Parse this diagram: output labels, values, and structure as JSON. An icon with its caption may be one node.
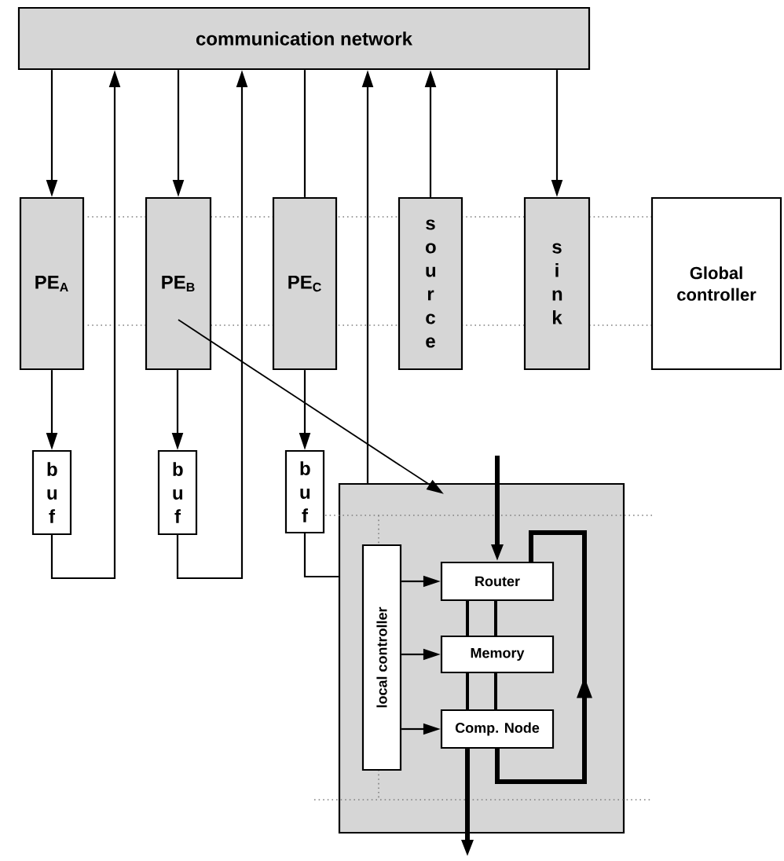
{
  "diagram": {
    "nodes": [
      {
        "text": [
          "communication network"
        ]
      },
      {
        "text": [
          "PE$_{A}$"
        ]
      },
      {
        "text": [
          "PE$_{B}$"
        ]
      },
      {
        "text": [
          "PE$_{C}$"
        ]
      },
      {
        "text": [
          "s o u r c e"
        ]
      },
      {
        "text": [
          "s i n k"
        ]
      },
      {
        "text": [
          "Global controller"
        ]
      },
      {
        "text": [
          "b u f"
        ]
      },
      {
        "text": [
          "b u f"
        ]
      },
      {
        "text": [
          "b u f"
        ]
      },
      {
        "text": [],
        "shape": "box"
      },
      {
        "text": [
          "local controller"
        ],
        "in": 10
      },
      {
        "text": [
          "Router"
        ],
        "in": 10
      },
      {
        "text": [
          "Memory"
        ],
        "in": 10
      },
      {
        "text": [
          "Comp. Node"
        ],
        "in": 10
      }
    ],
    "edges": [
      {
        "from": 0,
        "to": 1,
        "arrow": "to"
      },
      {
        "from": 0,
        "to": 2,
        "arrow": "to"
      },
      {
        "from": 0,
        "to": 3,
        "arrow": "none"
      },
      {
        "from": 0,
        "to": 5,
        "arrow": "to"
      },
      {
        "from": 4,
        "to": 0,
        "arrow": "to"
      },
      {
        "from": 1,
        "to": 7,
        "arrow": "to"
      },
      {
        "from": 2,
        "to": 8,
        "arrow": "to"
      },
      {
        "from": 3,
        "to": 9,
        "arrow": "to"
      },
      {
        "from": 7,
        "to": 0,
        "arrow": "to"
      },
      {
        "from": 8,
        "to": 0,
        "arrow": "to"
      },
      {
        "from": 9,
        "to": 10,
        "arrow": "none"
      },
      {
        "from": 10,
        "to": 0,
        "arrow": "to"
      },
      {
        "from": 2,
        "to": 10,
        "arrow": "to"
      },
      {
        "from": null,
        "to": 12,
        "arrow": "to",
        "style": "thick"
      },
      {
        "from": 12,
        "to": 13,
        "arrow": "none",
        "style": "thick"
      },
      {
        "from": 13,
        "to": 14,
        "arrow": "none",
        "style": "thick"
      },
      {
        "from": 14,
        "to": null,
        "arrow": "to",
        "style": "thick"
      },
      {
        "from": 14,
        "to": 12,
        "arrow": "to",
        "style": "thick"
      },
      {
        "from": 11,
        "to": 12,
        "arrow": "to"
      },
      {
        "from": 11,
        "to": 13,
        "arrow": "to"
      },
      {
        "from": 11,
        "to": 14,
        "arrow": "to"
      }
    ]
  }
}
